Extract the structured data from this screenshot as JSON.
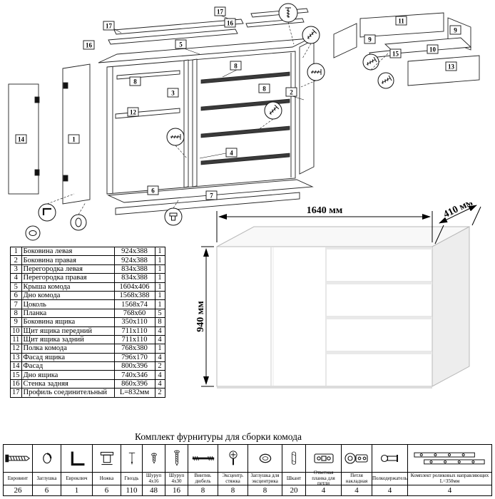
{
  "diagram": {
    "labels": [
      "17",
      "16",
      "5",
      "16",
      "17",
      "8",
      "3",
      "12",
      "1",
      "14",
      "8",
      "2",
      "4",
      "6",
      "7",
      "11",
      "9",
      "9",
      "10",
      "15",
      "13",
      "8"
    ]
  },
  "dims": {
    "width": "1640 мм",
    "depth": "410 мм",
    "height": "940 мм"
  },
  "parts": {
    "rows": [
      {
        "n": "1",
        "name": "Боковина левая",
        "size": "924x388",
        "qty": "1"
      },
      {
        "n": "2",
        "name": "Боковина правая",
        "size": "924x388",
        "qty": "1"
      },
      {
        "n": "3",
        "name": "Перегородка левая",
        "size": "834x388",
        "qty": "1"
      },
      {
        "n": "4",
        "name": "Перегородка правая",
        "size": "834x388",
        "qty": "1"
      },
      {
        "n": "5",
        "name": "Крыша комода",
        "size": "1604x406",
        "qty": "1"
      },
      {
        "n": "6",
        "name": "Дно комода",
        "size": "1568x388",
        "qty": "1"
      },
      {
        "n": "7",
        "name": "Цоколь",
        "size": "1568x74",
        "qty": "1"
      },
      {
        "n": "8",
        "name": "Планка",
        "size": "768x60",
        "qty": "5"
      },
      {
        "n": "9",
        "name": "Боковина ящика",
        "size": "350x110",
        "qty": "8"
      },
      {
        "n": "10",
        "name": "Щит ящика передний",
        "size": "711x110",
        "qty": "4"
      },
      {
        "n": "11",
        "name": "Щит ящика задний",
        "size": "711x110",
        "qty": "4"
      },
      {
        "n": "12",
        "name": "Полка комода",
        "size": "768x380",
        "qty": "1"
      },
      {
        "n": "13",
        "name": "Фасад ящика",
        "size": "796x170",
        "qty": "4"
      },
      {
        "n": "14",
        "name": "Фасад",
        "size": "800x396",
        "qty": "2"
      },
      {
        "n": "15",
        "name": "Дно ящика",
        "size": "740x346",
        "qty": "4"
      },
      {
        "n": "16",
        "name": "Стенка задняя",
        "size": "860x396",
        "qty": "4"
      },
      {
        "n": "17",
        "name": "Профиль соединительный",
        "size": "L=832мм",
        "qty": "2"
      }
    ]
  },
  "kit": {
    "title": "Комплект фурнитуры для сборки комода",
    "items": [
      {
        "name": "Евровинт",
        "qty": "26"
      },
      {
        "name": "Заглушка",
        "qty": "6"
      },
      {
        "name": "Евроключ",
        "qty": "1"
      },
      {
        "name": "Ножка",
        "qty": "6"
      },
      {
        "name": "Гвоздь",
        "qty": "110"
      },
      {
        "name": "Шуруп 4x16",
        "qty": "48"
      },
      {
        "name": "Шуруп 4x30",
        "qty": "16"
      },
      {
        "name": "Винтив. дюбель",
        "qty": "8"
      },
      {
        "name": "Эксцентр. стяжка",
        "qty": "8"
      },
      {
        "name": "Заглушка для эксцентрика",
        "qty": "8"
      },
      {
        "name": "Шкант",
        "qty": "20"
      },
      {
        "name": "Ответная планка для петли",
        "qty": "4"
      },
      {
        "name": "Петля накладная",
        "qty": "4"
      },
      {
        "name": "Полкодержатель",
        "qty": "4"
      },
      {
        "name": "Комплект роликовых направляющих L=350мм",
        "qty": "4"
      }
    ]
  }
}
